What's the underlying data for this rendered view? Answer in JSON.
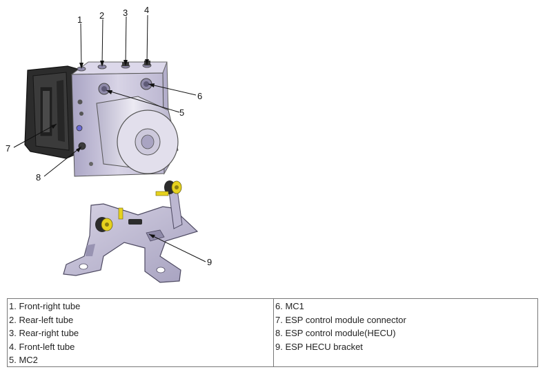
{
  "callouts": [
    "1",
    "2",
    "3",
    "4",
    "5",
    "6",
    "7",
    "8",
    "9"
  ],
  "legend": {
    "left": [
      "1. Front-right tube",
      "2. Rear-left tube",
      "3. Rear-right tube",
      "4. Front-left tube",
      "5. MC2"
    ],
    "right": [
      "6. MC1",
      "7. ESP control module connector",
      "8. ESP control module(HECU)",
      "9. ESP HECU bracket"
    ]
  },
  "colors": {
    "module_body": "#c9c5db",
    "connector": "#2a2a2a",
    "highlight_port": "#6b6bd6",
    "bracket_bolt": "#e6d21e"
  }
}
